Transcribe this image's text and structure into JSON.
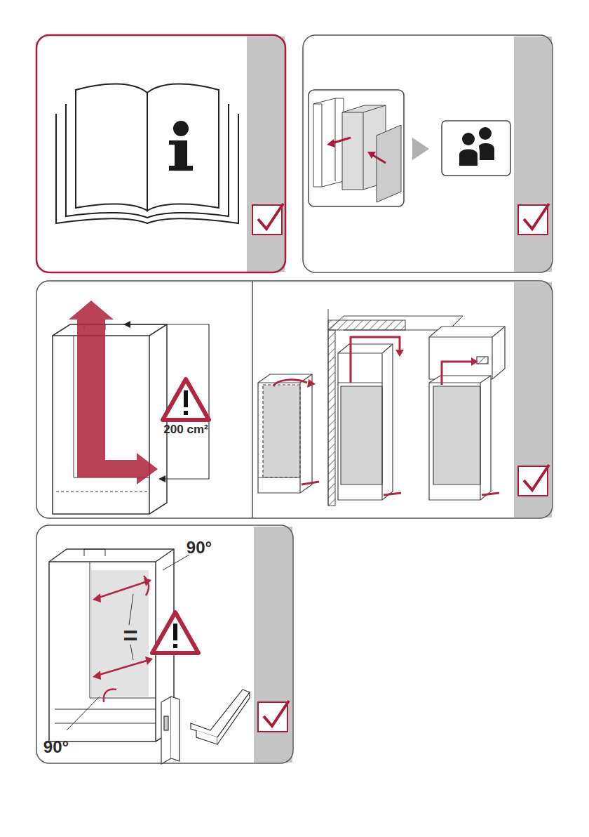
{
  "diagram": {
    "labels": [
      "200 cm²",
      "90°",
      "=",
      "90°"
    ]
  }
}
